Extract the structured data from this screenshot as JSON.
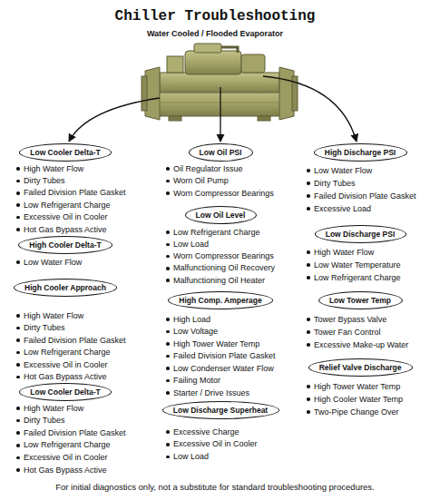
{
  "diagram": {
    "title": "Chiller Troubleshooting",
    "caption": "For initial diagnostics only, not a substitute for standard troubleshooting procedures.",
    "nodes": [
      {
        "text": [
          "Low Cooler Delta-T"
        ]
      },
      {
        "text": [
          "High Cooler Delta-T"
        ]
      },
      {
        "text": [
          "High Cooler Approach"
        ]
      },
      {
        "text": [
          "Low Cooler Delta-T"
        ]
      },
      {
        "text": [
          "Low Oil PSI"
        ]
      },
      {
        "text": [
          "Low Oil Level"
        ]
      },
      {
        "text": [
          "High Comp. Amperage"
        ]
      },
      {
        "text": [
          "Low Discharge Superheat"
        ]
      },
      {
        "text": [
          "High Discharge PSI"
        ]
      },
      {
        "text": [
          "Low Discharge PSI"
        ]
      },
      {
        "text": [
          "Low Tower Temp"
        ]
      },
      {
        "text": [
          "Relief Valve Discharge"
        ]
      }
    ],
    "labels": [
      "Water Cooled / Flooded Evaporator",
      "High Water Flow",
      "Dirty Tubes",
      "Failed Division Plate Gasket",
      "Low Refrigerant Charge",
      "Excessive Oil in Cooler",
      "Hot Gas Bypass Active",
      "Low Water Flow",
      "High Water Flow",
      "Dirty Tubes",
      "Failed Division Plate Gasket",
      "Low Refrigerant Charge",
      "Excessive Oil in Cooler",
      "Hot Gas Bypass Active",
      "High Water Flow",
      "Dirty Tubes",
      "Failed Division Plate Gasket",
      "Low Refrigerant Charge",
      "Excessive Oil in Cooler",
      "Hot Gas Bypass Active",
      "Oil Regulator Issue",
      "Worn Oil Pump",
      "Worn Compressor Bearings",
      "Low Refrigerant Charge",
      "Low Load",
      "Worn Compressor Bearings",
      "Malfunctioning Oil Recovery",
      "Malfunctioning Oil Heater",
      "High Load",
      "Low Voltage",
      "High Tower Water Temp",
      "Failed Division Plate Gasket",
      "Low Condenser Water Flow",
      "Failing Motor",
      "Starter / Drive Issues",
      "Excessive Charge",
      "Excessive Oil in Cooler",
      "Low Load",
      "Low Water Flow",
      "Dirty Tubes",
      "Failed Division Plate Gasket",
      "Excessive Load",
      "High Water Flow",
      "Low Water Temperature",
      "Low Refrigerant Charge",
      "Tower Bypass Valve",
      "Tower Fan Control",
      "Excessive Make-up Water",
      "High Tower Water Temp",
      "High Cooler Water Temp",
      "Two-Pipe Change Over"
    ]
  }
}
